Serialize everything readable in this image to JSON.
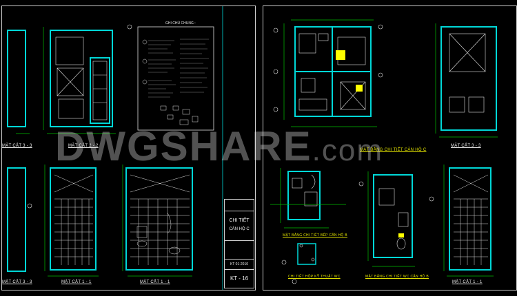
{
  "watermark": {
    "brand": "DWGSHARE",
    "suffix": ".com"
  },
  "left_sheet": {
    "notes_title": "GHI CHÚ CHUNG :",
    "sections": [
      {
        "id": "s22",
        "label": "MẶT CẮT 2 - 2"
      },
      {
        "id": "s11",
        "label": "MẶT CẮT 1 - 1"
      },
      {
        "id": "s33",
        "label": "MẶT CẮT 3 - 3"
      },
      {
        "id": "s33b",
        "label": "MẶT CẮT 3 - 3"
      },
      {
        "id": "s11b",
        "label": "MẶT CẮT 1 - 1"
      }
    ],
    "title_block": {
      "drawing_title": "CHI TIẾT",
      "drawing_subtitle": "CĂN HỘ C",
      "scale": "KT - 16",
      "sheet_ref": "KT 01-2010"
    }
  },
  "right_sheet": {
    "sections": [
      {
        "id": "planC",
        "label": "MẶT BẰNG CHI TIẾT CĂN HỘ C"
      },
      {
        "id": "s33r",
        "label": "MẶT CẮT 3 - 3"
      },
      {
        "id": "planB",
        "label": "MẶT BẰNG CHI TIẾT BẾP CĂN HỘ B"
      },
      {
        "id": "wc",
        "label": "CHI TIẾT HỘP KỸ THUẬT WC"
      },
      {
        "id": "wcB",
        "label": "MẶT BẰNG CHI TIẾT WC CĂN HỘ B"
      },
      {
        "id": "s11r",
        "label": "MẶT CẮT 1 - 1"
      }
    ]
  },
  "colors": {
    "wall": "#00d8d8",
    "dim": "#00c000",
    "line": "#e0e0e0",
    "accent": "#ffff00"
  }
}
